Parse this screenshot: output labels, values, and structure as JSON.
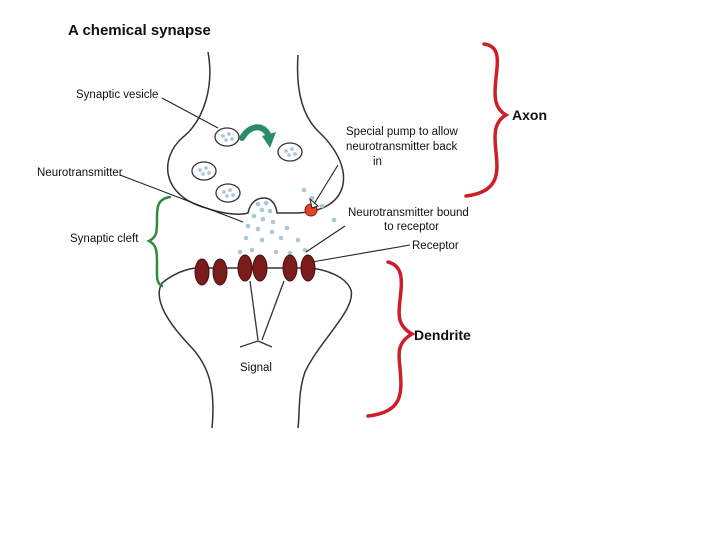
{
  "title": "A chemical synapse",
  "labels": {
    "synaptic_vesicle": "Synaptic vesicle",
    "neurotransmitter": "Neurotransmitter",
    "synaptic_cleft": "Synaptic cleft",
    "special_pump_line1": "Special pump to allow",
    "special_pump_line2": "neurotransmitter back",
    "special_pump_line3": "in",
    "bound_line1": "Neurotransmitter bound",
    "bound_line2": "to receptor",
    "receptor": "Receptor",
    "signal": "Signal",
    "axon": "Axon",
    "dendrite": "Dendrite"
  },
  "colors": {
    "outline": "#333333",
    "receptor": "#7a1c1c",
    "pump": "#e0452a",
    "neurotransmitter_dot": "#a9c9d8",
    "arrow": "#2a8a6a",
    "axon_brace": "#cc1f2a",
    "dendrite_brace": "#cc1f2a",
    "cleft_brace": "#2e8b3c"
  }
}
